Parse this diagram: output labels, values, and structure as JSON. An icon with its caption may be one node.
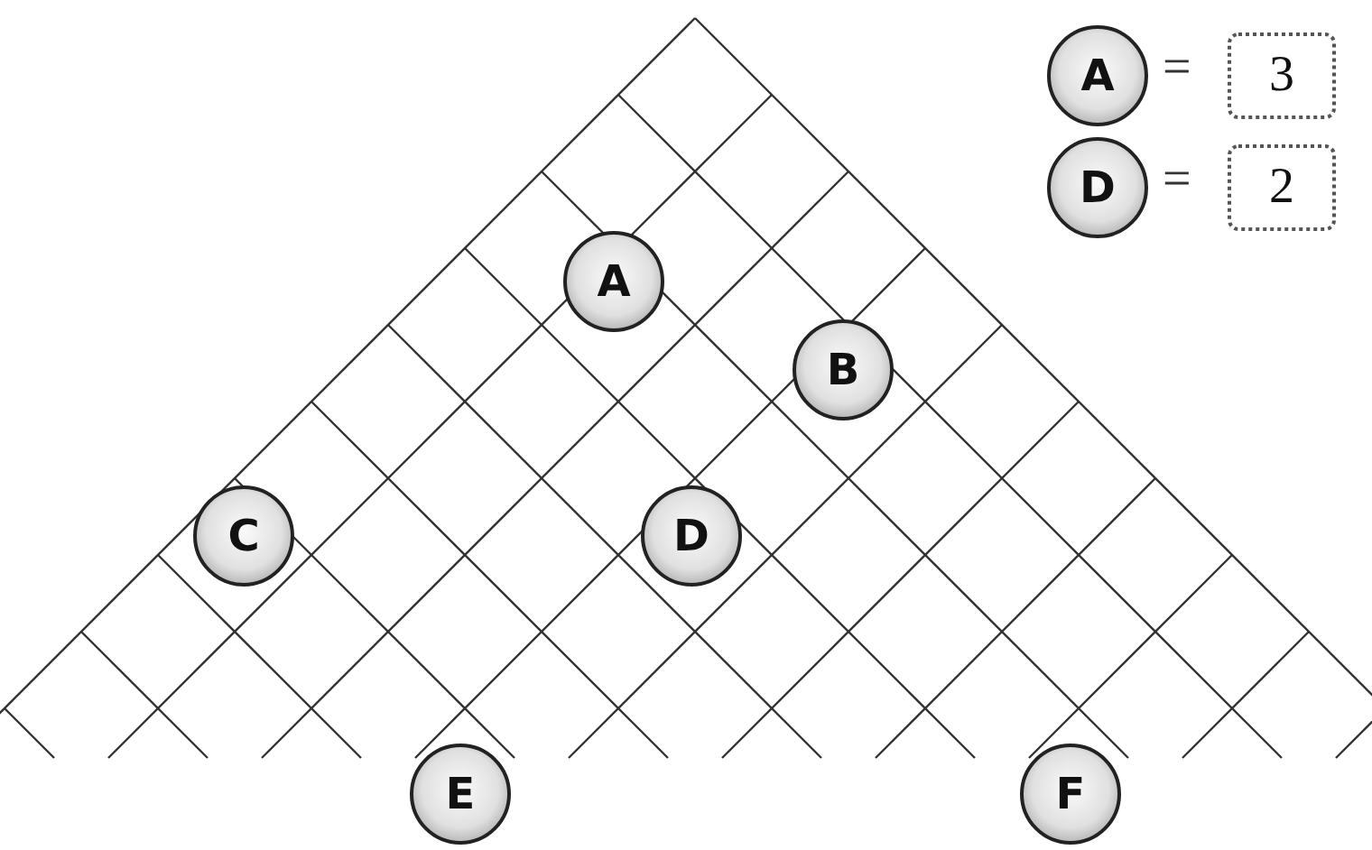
{
  "diagram": {
    "nodes": [
      {
        "text": [
          "A"
        ]
      },
      {
        "text": [
          "3"
        ]
      },
      {
        "text": [
          "D"
        ]
      },
      {
        "text": [
          "2"
        ]
      },
      {
        "text": [
          "A"
        ]
      },
      {
        "text": [
          "B"
        ]
      },
      {
        "text": [
          "C"
        ]
      },
      {
        "text": [
          "D"
        ]
      },
      {
        "text": [
          "E"
        ]
      },
      {
        "text": [
          "F"
        ]
      }
    ],
    "labels": [
      "=",
      "="
    ]
  }
}
